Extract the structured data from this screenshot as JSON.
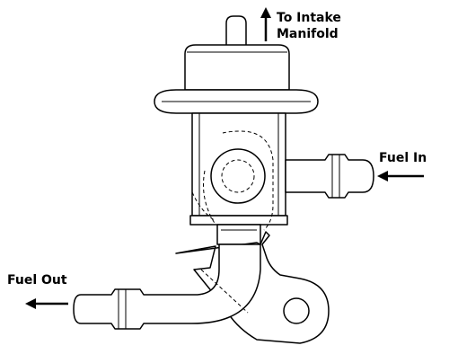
{
  "labels": {
    "intake_line1": "To Intake",
    "intake_line2": "Manifold",
    "fuel_in": "Fuel In",
    "fuel_out": "Fuel Out"
  },
  "colors": {
    "line": "#000000",
    "background": "#ffffff"
  }
}
